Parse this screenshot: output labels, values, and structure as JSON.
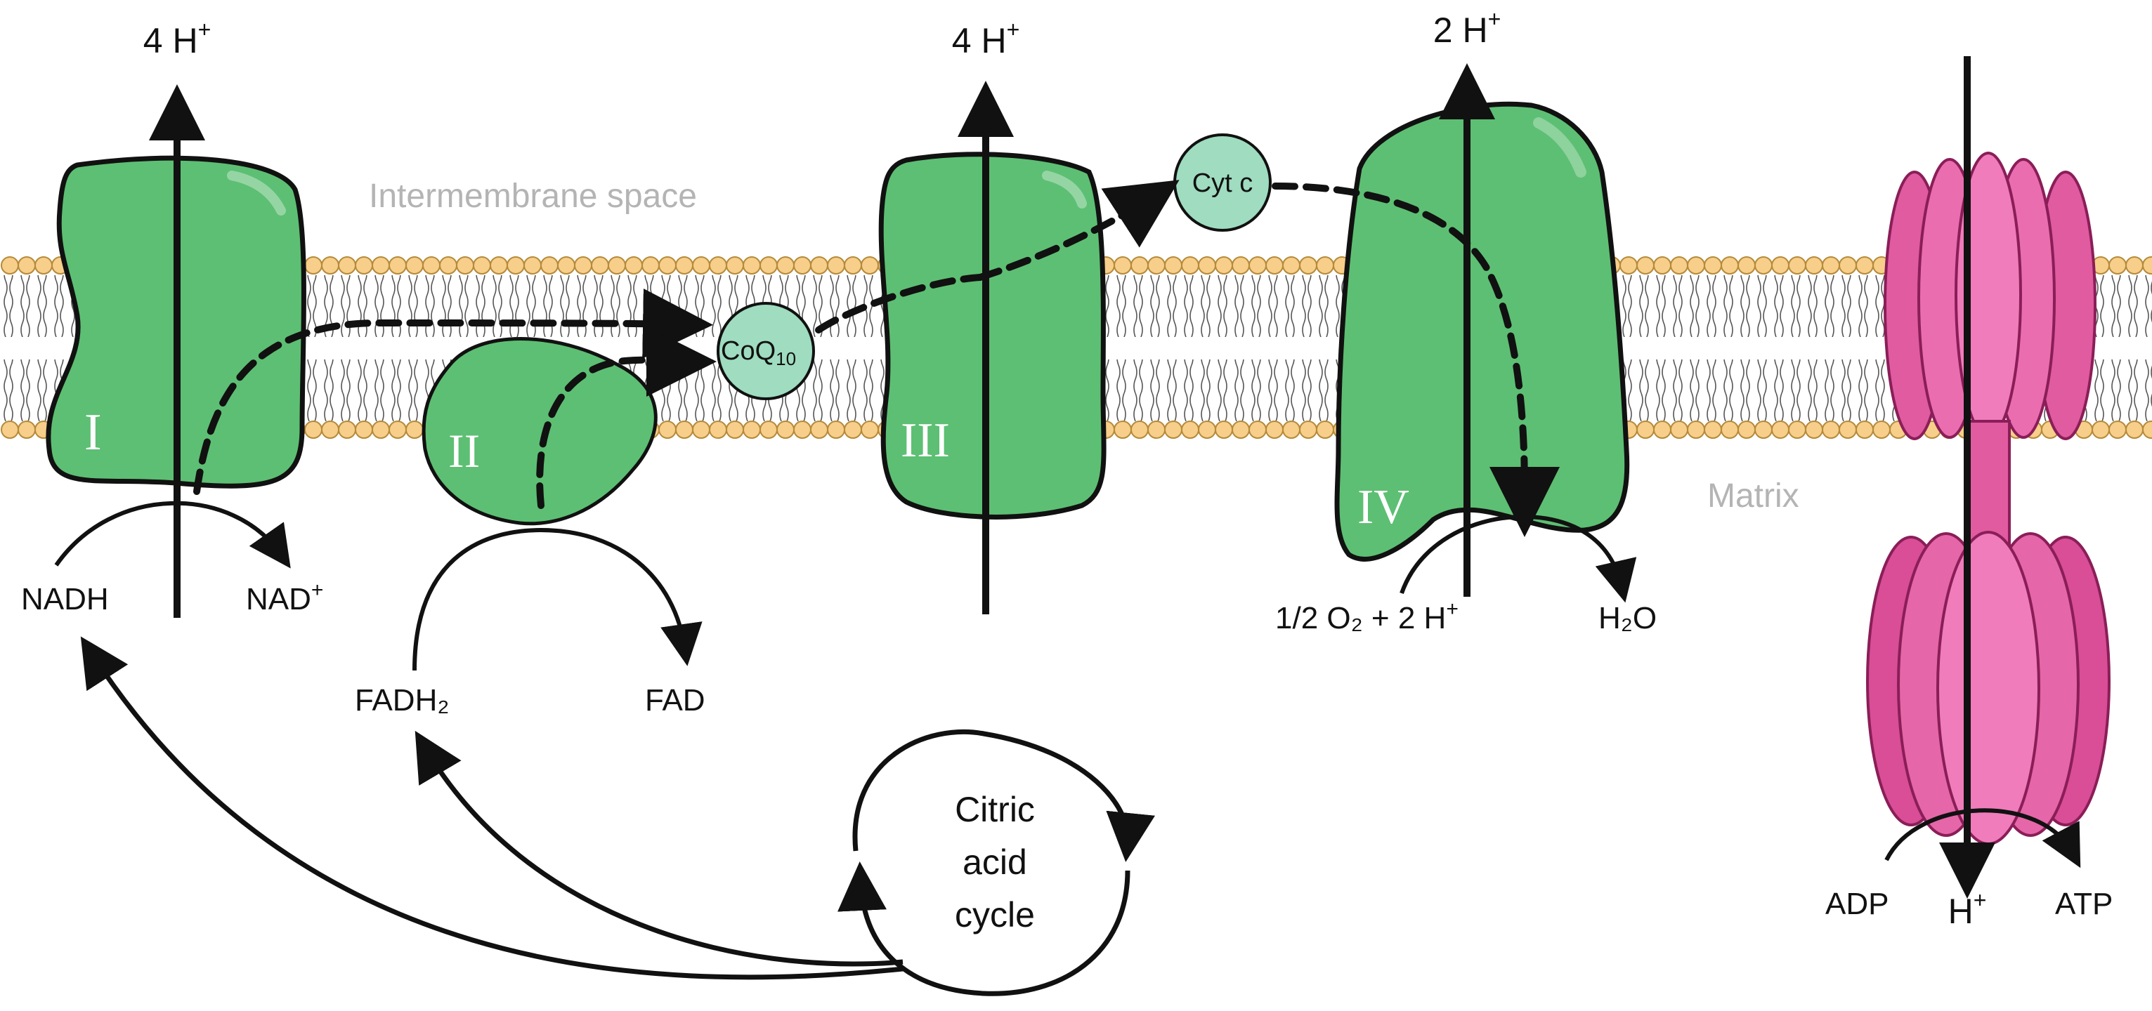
{
  "regions": {
    "intermembrane": "Intermembrane space",
    "matrix": "Matrix"
  },
  "complexes": {
    "c1": "I",
    "c2": "II",
    "c3": "III",
    "c4": "IV"
  },
  "carriers": {
    "coq": "CoQ",
    "coq_sub": "10",
    "cytc": "Cyt c"
  },
  "protons": {
    "c1_pumped": "4 H",
    "c3_pumped": "4 H",
    "c4_pumped": "2 H",
    "atp_synthase": "H",
    "plus": "+"
  },
  "reactions": {
    "nadh": "NADH",
    "nad": "NAD",
    "nad_sup": "+",
    "fadh2": "FADH₂",
    "fad": "FAD",
    "o2": "1/2 O₂ + 2 H",
    "o2_sup": "+",
    "h2o": "H₂O",
    "adp": "ADP",
    "atp": "ATP"
  },
  "cycle": {
    "line1": "Citric",
    "line2": "acid",
    "line3": "cycle"
  },
  "colors": {
    "complex_green": "#5dbf73",
    "carrier_mint": "#9fdcc0",
    "atp_synthase_pink": "#e05ba0",
    "lipid_head": "#f7cf8a",
    "region_gray": "#b4b4b4",
    "ink": "#111111"
  }
}
